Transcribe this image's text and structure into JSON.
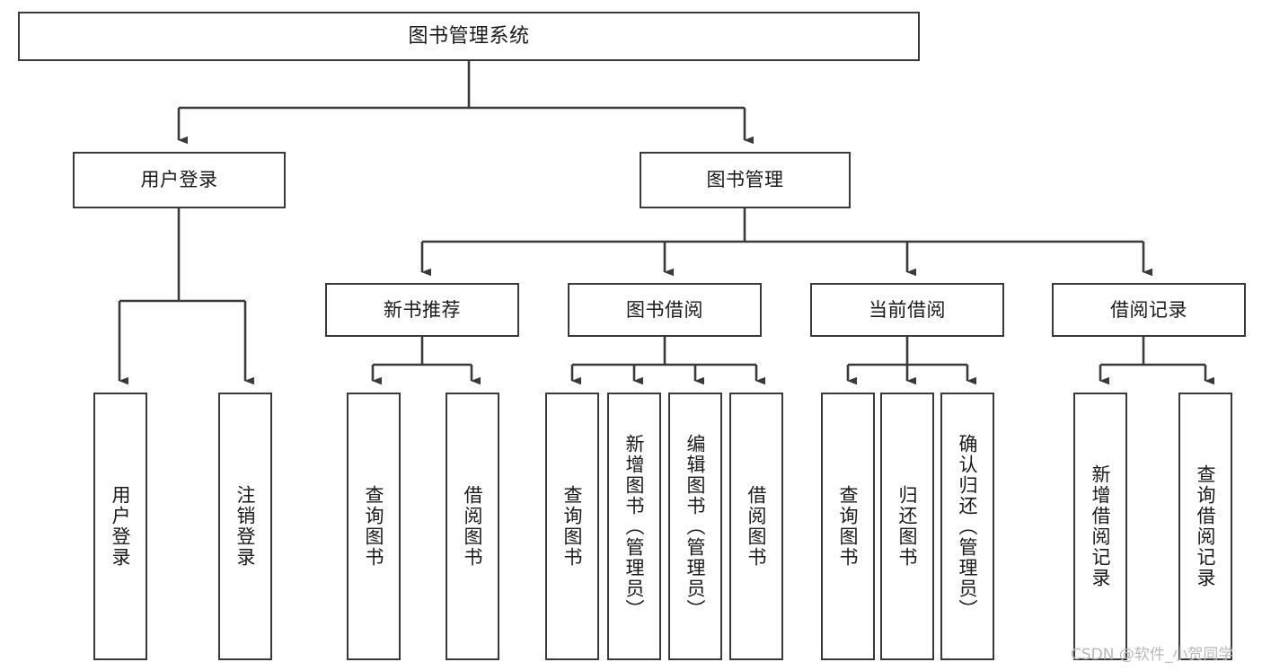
{
  "diagram": {
    "title": "图书管理系统",
    "watermark": "CSDN @软件_小贺同学",
    "colors": {
      "background": "#ffffff",
      "node_border": "#3a3a3a",
      "node_fill": "#ffffff",
      "edge": "#3a3a3a",
      "text": "#1a1a1a",
      "watermark": "#b9b9b9"
    },
    "nodes": {
      "root": {
        "label": "图书管理系统"
      },
      "level2": [
        {
          "id": "user-login",
          "label": "用户登录"
        },
        {
          "id": "book-manage",
          "label": "图书管理"
        }
      ],
      "level3": [
        {
          "id": "new-book-recommend",
          "label": "新书推荐"
        },
        {
          "id": "book-borrow",
          "label": "图书借阅"
        },
        {
          "id": "current-borrow",
          "label": "当前借阅"
        },
        {
          "id": "borrow-record",
          "label": "借阅记录"
        }
      ],
      "leaves": {
        "user_login": [
          {
            "id": "leaf-user-login",
            "label": "用户登录"
          },
          {
            "id": "leaf-logout-login",
            "label": "注销登录"
          }
        ],
        "new_book_recommend": [
          {
            "id": "leaf-query-book-1",
            "label": "查询图书"
          },
          {
            "id": "leaf-borrow-book-1",
            "label": "借阅图书"
          }
        ],
        "book_borrow": [
          {
            "id": "leaf-query-book-2",
            "label": "查询图书"
          },
          {
            "id": "leaf-add-book",
            "label": "新增图书（管理员）"
          },
          {
            "id": "leaf-edit-book",
            "label": "编辑图书（管理员）"
          },
          {
            "id": "leaf-borrow-book-2",
            "label": "借阅图书"
          }
        ],
        "current_borrow": [
          {
            "id": "leaf-query-book-3",
            "label": "查询图书"
          },
          {
            "id": "leaf-return-book",
            "label": "归还图书"
          },
          {
            "id": "leaf-confirm-return",
            "label": "确认归还（管理员）"
          }
        ],
        "borrow_record": [
          {
            "id": "leaf-add-record",
            "label": "新增借阅记录"
          },
          {
            "id": "leaf-query-record",
            "label": "查询借阅记录"
          }
        ]
      }
    }
  }
}
